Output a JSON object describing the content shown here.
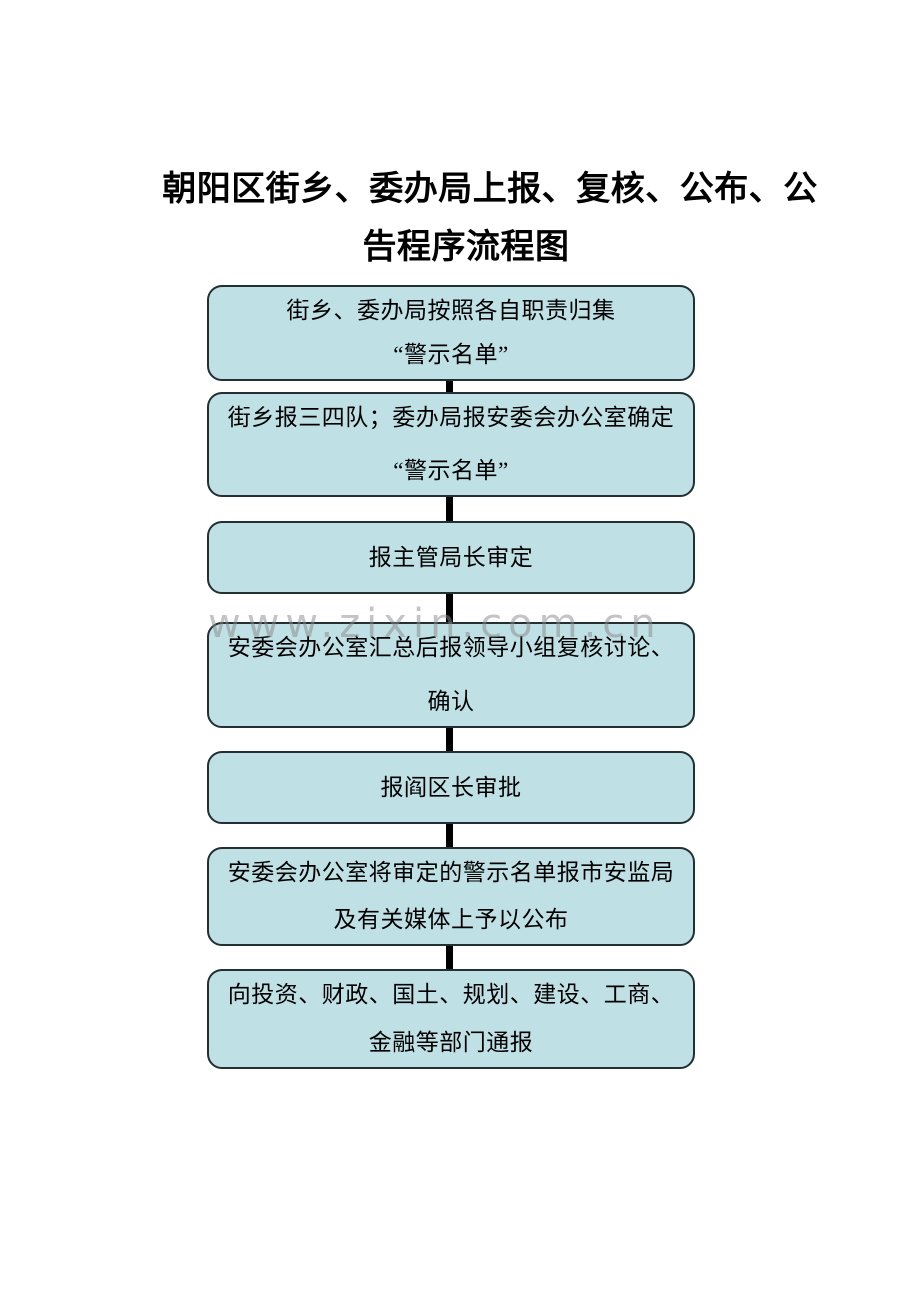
{
  "page": {
    "title_line1": "朝阳区街乡、委办局上报、复核、公布、公",
    "title_line2": "告程序流程图",
    "watermark": "www.zixin.com.cn"
  },
  "flowchart": {
    "box_fill_color": "#bfe0e4",
    "box_border_color": "#242f33",
    "connector_color": "#000000",
    "watermark_color": "#c4c4c4",
    "nodes": [
      {
        "lines": [
          "街乡、委办局按照各自职责归集",
          "“警示名单”"
        ]
      },
      {
        "lines": [
          "街乡报三四队；委办局报安委会办公室确定",
          "“警示名单”"
        ]
      },
      {
        "lines": [
          "报主管局长审定"
        ]
      },
      {
        "lines": [
          "安委会办公室汇总后报领导小组复核讨论、",
          "确认"
        ]
      },
      {
        "lines": [
          "报阎区长审批"
        ]
      },
      {
        "lines": [
          "安委会办公室将审定的警示名单报市安监局",
          "及有关媒体上予以公布"
        ]
      },
      {
        "lines": [
          "向投资、财政、国土、规划、建设、工商、",
          "金融等部门通报"
        ]
      }
    ]
  }
}
